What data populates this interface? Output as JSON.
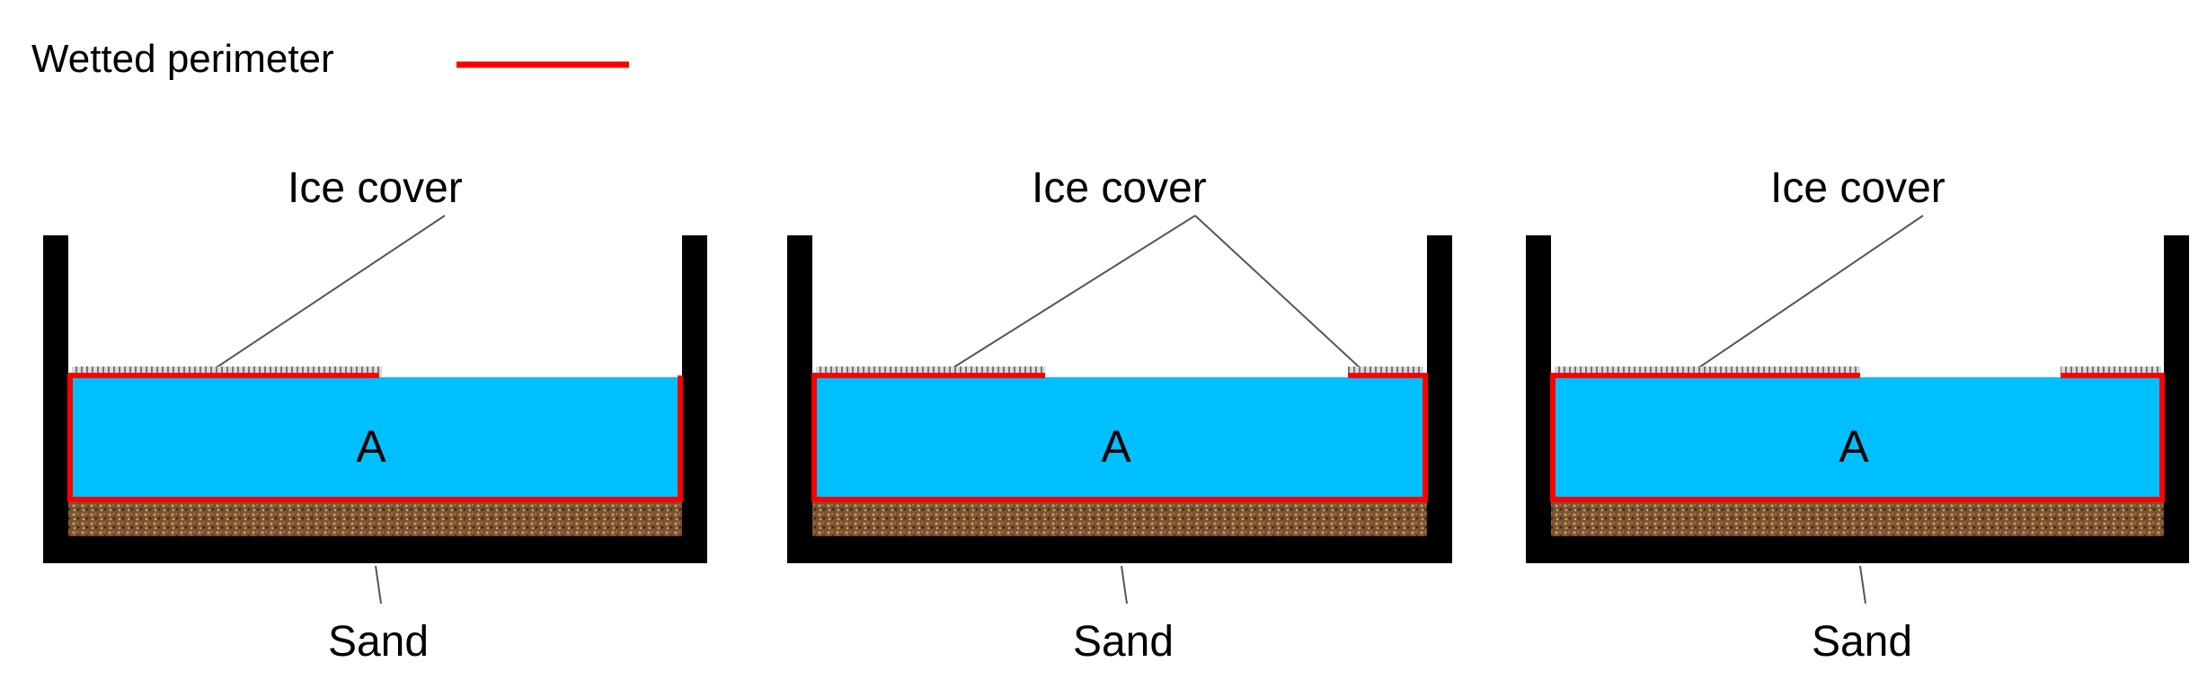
{
  "legend": {
    "label": "Wetted perimeter"
  },
  "panels": [
    {
      "ice_label": "Ice cover",
      "area_label": "A",
      "sand_label": "Sand",
      "ice_configuration": "left-partial"
    },
    {
      "ice_label": "Ice cover",
      "area_label": "A",
      "sand_label": "Sand",
      "ice_configuration": "both-banks"
    },
    {
      "ice_label": "Ice cover",
      "area_label": "A",
      "sand_label": "Sand",
      "ice_configuration": "both-banks-wide-left"
    }
  ],
  "colors": {
    "wetted_perimeter": "#ff0000",
    "water": "#00bfff",
    "channel_wall": "#000000",
    "sand": "#8b5a2b",
    "ice": "#bdbdbd",
    "leader_line": "#555555"
  }
}
